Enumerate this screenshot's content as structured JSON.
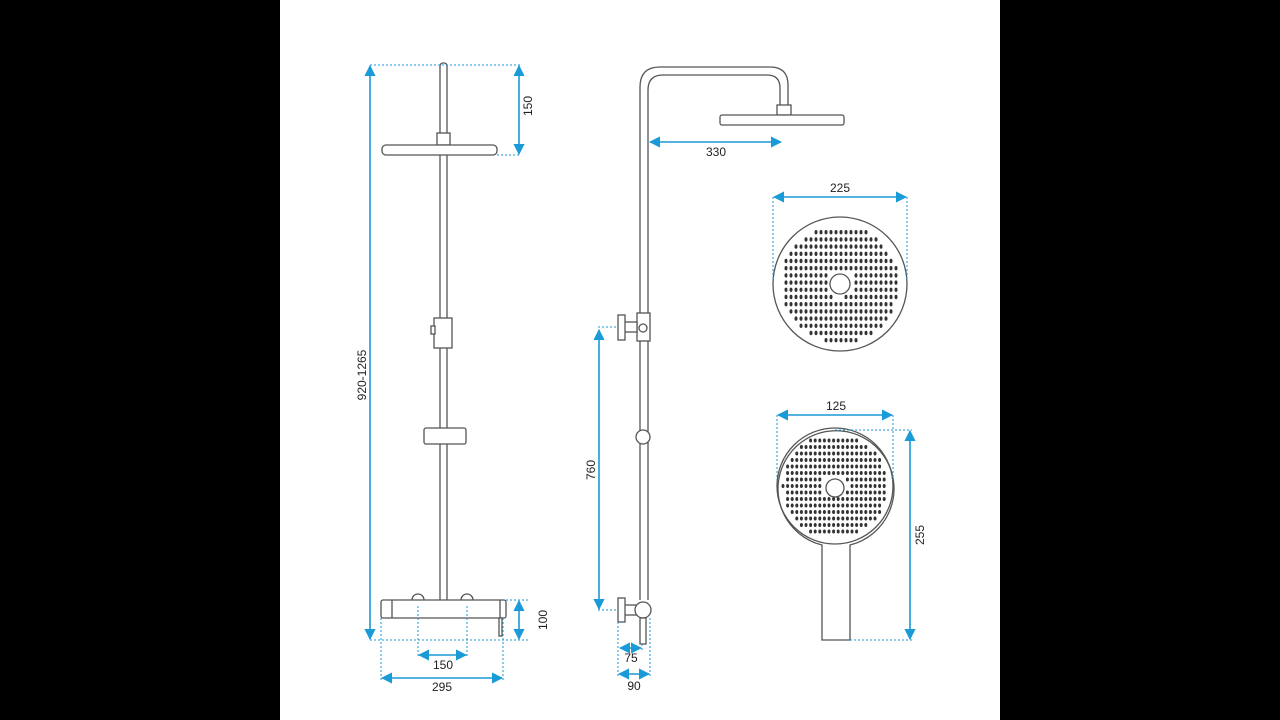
{
  "colors": {
    "dimension": "#1a9ad6",
    "outline": "#555555",
    "background": "#ffffff",
    "margin": "#000000"
  },
  "dimensions": {
    "total_height": "920-1265",
    "head_offset": "150",
    "mixer_height": "100",
    "mixer_spacing": "150",
    "mixer_width": "295",
    "arm_reach": "330",
    "valve_height": "760",
    "wall_offset_inner": "75",
    "wall_offset_outer": "90",
    "head_diameter": "225",
    "hand_shower_width": "125",
    "hand_shower_length": "255"
  }
}
